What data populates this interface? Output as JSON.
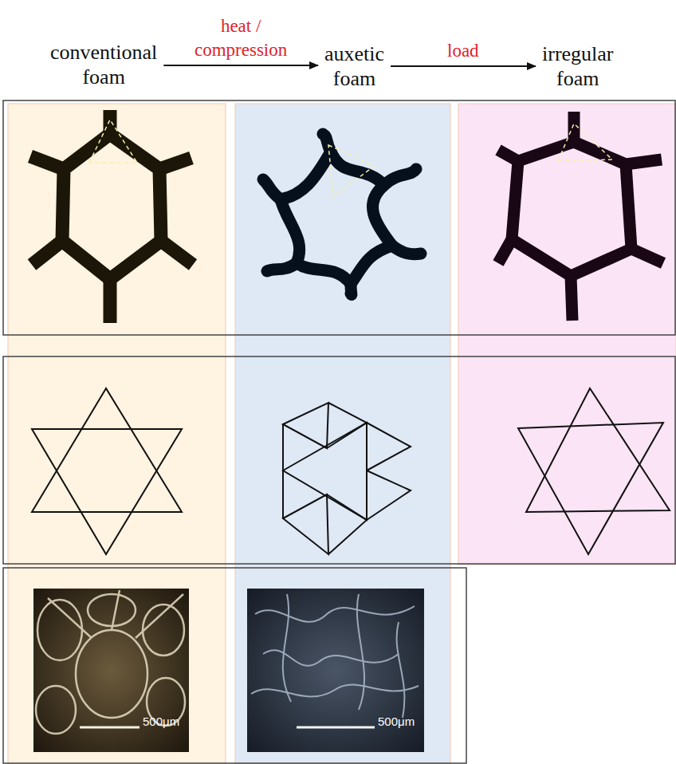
{
  "diagram": {
    "nodes": [
      {
        "text": [
          "conventional foam"
        ]
      },
      {
        "text": [
          "auxetic foam"
        ]
      },
      {
        "text": [
          "irregular foam"
        ]
      }
    ],
    "edges": [
      {
        "from": 0,
        "to": 1,
        "arrow": "to",
        "label": "heat / compression"
      },
      {
        "from": 1,
        "to": 2,
        "arrow": "to",
        "label": "load"
      }
    ],
    "labels": [
      "500μm",
      "500μm"
    ]
  }
}
